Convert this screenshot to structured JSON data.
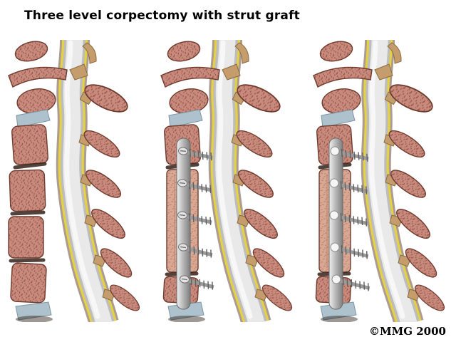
{
  "title": "Three level corpectomy with strut graft",
  "copyright": "©MMG 2000",
  "figure": {
    "panel_count": 3,
    "panels": [
      {
        "name": "cervical-spine-segmented-bodies"
      },
      {
        "name": "corpectomy-strut-graft-with-plate-and-screws"
      },
      {
        "name": "corpectomy-strut-graft-with-plate-and-long-screws"
      }
    ]
  },
  "colors": {
    "background": "#ffffff",
    "bone_base": "#c78a7c",
    "bone_speckle": "#9b5547",
    "bone_outline": "#6e3a2e",
    "graft_base": "#d9a894",
    "disc_cartilage": "#aec2cd",
    "ligament_yellow": "#e6d23e",
    "lamina_tan": "#c59d6d",
    "cord_gray": "#bdbdbd",
    "metal_gray": "#9a9a9a",
    "shadow_dark": "#33211a"
  }
}
